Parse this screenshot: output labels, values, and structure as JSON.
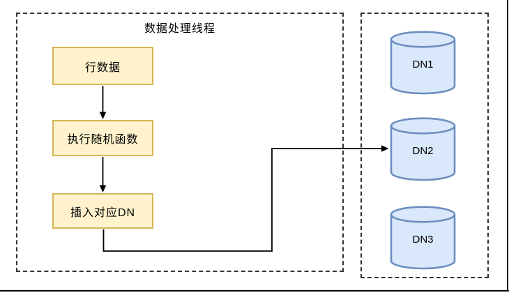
{
  "colors": {
    "process_fill": "#FFF2CC",
    "process_border": "#D6B656",
    "database_fill": "#DAE8FC",
    "database_border": "#6C8EBF",
    "container_border": "#333333",
    "connector": "#000000"
  },
  "diagram": {
    "processing_thread": {
      "title": "数据处理线程",
      "steps": [
        {
          "label": "行数据"
        },
        {
          "label": "执行随机函数"
        },
        {
          "label": "插入对应DN"
        }
      ]
    },
    "data_nodes": [
      {
        "label": "DN1"
      },
      {
        "label": "DN2"
      },
      {
        "label": "DN3"
      }
    ]
  }
}
